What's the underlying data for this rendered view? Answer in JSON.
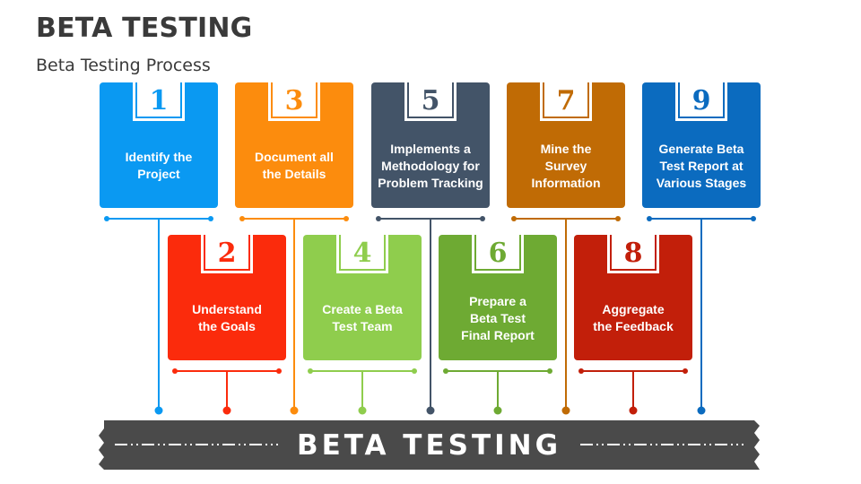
{
  "header": {
    "title": "BETA TESTING",
    "subtitle": "Beta Testing Process"
  },
  "steps": [
    {
      "number": "1",
      "label": "Identify the\nProject",
      "color": "#0a99f2"
    },
    {
      "number": "2",
      "label": "Understand\nthe Goals",
      "color": "#fb2b0c"
    },
    {
      "number": "3",
      "label": "Document all\nthe Details",
      "color": "#fc8c0d"
    },
    {
      "number": "4",
      "label": "Create a Beta\nTest Team",
      "color": "#8fcd4d"
    },
    {
      "number": "5",
      "label": "Implements a\nMethodology for\nProblem Tracking",
      "color": "#435468"
    },
    {
      "number": "6",
      "label": "Prepare a\nBeta Test\nFinal Report",
      "color": "#6eaa33"
    },
    {
      "number": "7",
      "label": "Mine the\nSurvey\nInformation",
      "color": "#c06b05"
    },
    {
      "number": "8",
      "label": "Aggregate\nthe Feedback",
      "color": "#c21f0a"
    },
    {
      "number": "9",
      "label": "Generate Beta\nTest Report at\nVarious Stages",
      "color": "#0b6bbf"
    }
  ],
  "banner": {
    "text": "BETA TESTING",
    "color": "#4a4a4a"
  }
}
